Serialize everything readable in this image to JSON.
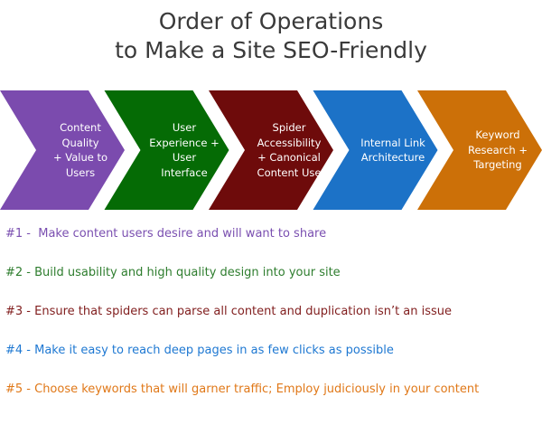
{
  "title": "Order of Operations\nto Make a Site SEO-Friendly",
  "chevrons": [
    {
      "name": "content-quality",
      "label": "Content\nQuality\n+ Value to\nUsers",
      "color": "#7b4bae"
    },
    {
      "name": "user-experience",
      "label": "User\nExperience +\nUser\nInterface",
      "color": "#056b05"
    },
    {
      "name": "spider-accessibility",
      "label": "Spider\nAccessibility\n+ Canonical\nContent Use",
      "color": "#6e0b0b"
    },
    {
      "name": "internal-links",
      "label": "Internal Link\nArchitecture",
      "color": "#1c72c7"
    },
    {
      "name": "keyword-research",
      "label": "Keyword\nResearch +\nTargeting",
      "color": "#cc7008"
    }
  ],
  "steps": [
    {
      "label": "#1 -  Make content users desire and will want to share",
      "color": "#7a4fb0"
    },
    {
      "label": "#2 - Build usability and high quality design into your site",
      "color": "#2e7d2e"
    },
    {
      "label": "#3 - Ensure that spiders can parse all content and duplication isn’t an issue",
      "color": "#822020"
    },
    {
      "label": "#4 - Make it easy to reach deep pages in as few clicks as possible",
      "color": "#1e78d2"
    },
    {
      "label": "#5 - Choose keywords that will garner traffic; Employ judiciously in your content",
      "color": "#e07818"
    }
  ]
}
